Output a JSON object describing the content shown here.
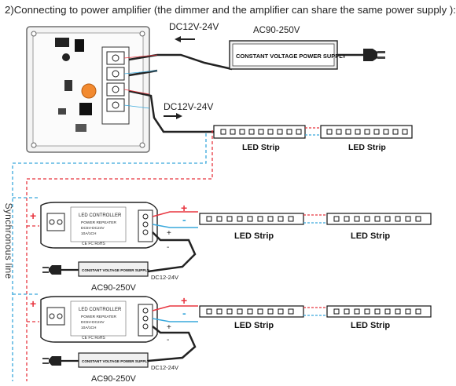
{
  "title": "2)Connecting to power amplifier (the dimmer and the amplifier can share the same power supply ):",
  "sync_label": "Synchronous line",
  "top": {
    "dc_label_1": "DC12V-24V",
    "ac_label": "AC90-250V",
    "psu_label": "CONSTANT VOLTAGE POWER SUPPLY",
    "dc_label_2": "DC12V-24V",
    "strip_label_1": "LED Strip",
    "strip_label_2": "LED Strip"
  },
  "amplifiers": [
    {
      "controller_title": "LED CONTROLLER",
      "controller_line2": "POWER REPEATER",
      "controller_line3": "DC5V-DC24V",
      "controller_line4": "10A/1CH",
      "cert": "CE FC RoHS",
      "psu_label": "CONSTANT VOLTAGE POWER SUPPLY",
      "ac_label": "AC90-250V",
      "dc_label": "DC12-24V",
      "strip_label_1": "LED Strip",
      "strip_label_2": "LED Strip",
      "plus": "+",
      "minus": "-"
    },
    {
      "controller_title": "LED CONTROLLER",
      "controller_line2": "POWER REPEATER",
      "controller_line3": "DC5V-DC24V",
      "controller_line4": "10A/1CH",
      "cert": "CE FC RoHS",
      "psu_label": "CONSTANT VOLTAGE POWER SUPPLY",
      "ac_label": "AC90-250V",
      "dc_label": "DC12-24V",
      "strip_label_1": "LED Strip",
      "strip_label_2": "LED Strip",
      "plus": "+",
      "minus": "-"
    }
  ],
  "colors": {
    "red": "#e8353f",
    "blue": "#39a8dc",
    "black": "#222222"
  }
}
